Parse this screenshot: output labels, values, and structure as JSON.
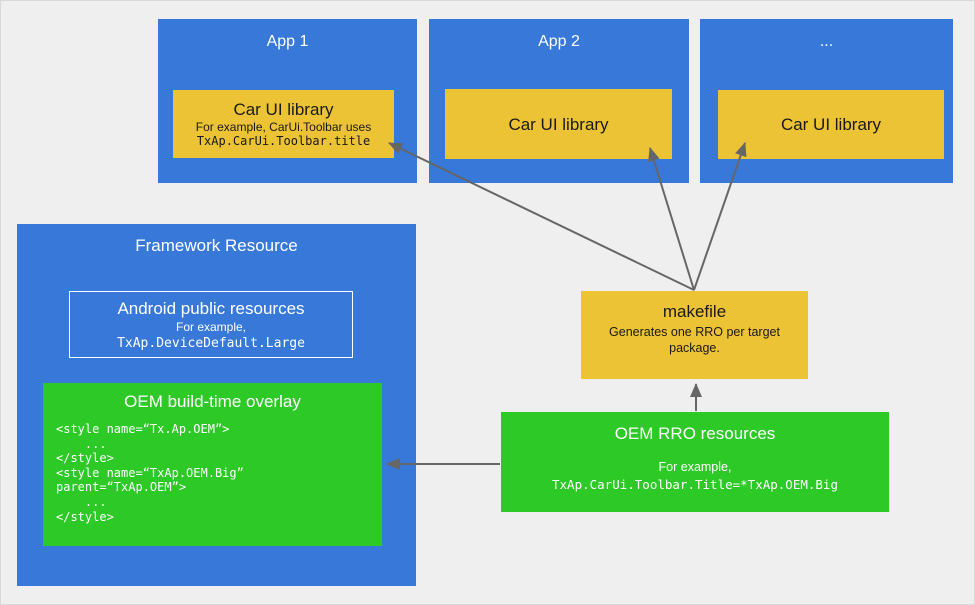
{
  "colors": {
    "blue": "#3778D9",
    "yellow": "#ECC335",
    "green": "#2DC926",
    "arrow_gray": "#666666",
    "background": "#EFEFEF",
    "text_on_color": "#FFFFFF",
    "text_on_yellow": "#1A1A1A"
  },
  "apps": [
    {
      "title": "App 1",
      "library": {
        "title": "Car UI library",
        "example_line": "For example, CarUi.Toolbar uses",
        "example_code": "TxAp.CarUi.Toolbar.title"
      }
    },
    {
      "title": "App 2",
      "library": {
        "title": "Car UI library"
      }
    },
    {
      "title": "...",
      "library": {
        "title": "Car UI library"
      }
    }
  ],
  "framework": {
    "title": "Framework Resource",
    "public_resources": {
      "title": "Android public resources",
      "example_label": "For example,",
      "example_code": "TxAp.DeviceDefault.Large"
    },
    "overlay": {
      "title": "OEM build-time overlay",
      "code": "<style name=“Tx.Ap.OEM”>\n    ...\n</style>\n<style name=“TxAp.OEM.Big”\nparent=“TxAp.OEM”>\n    ...\n</style>"
    }
  },
  "makefile": {
    "title": "makefile",
    "description": "Generates one RRO per target package."
  },
  "rro": {
    "title": "OEM RRO resources",
    "example_label": "For example,",
    "example_code": "TxAp.CarUi.Toolbar.Title=*TxAp.OEM.Big"
  }
}
